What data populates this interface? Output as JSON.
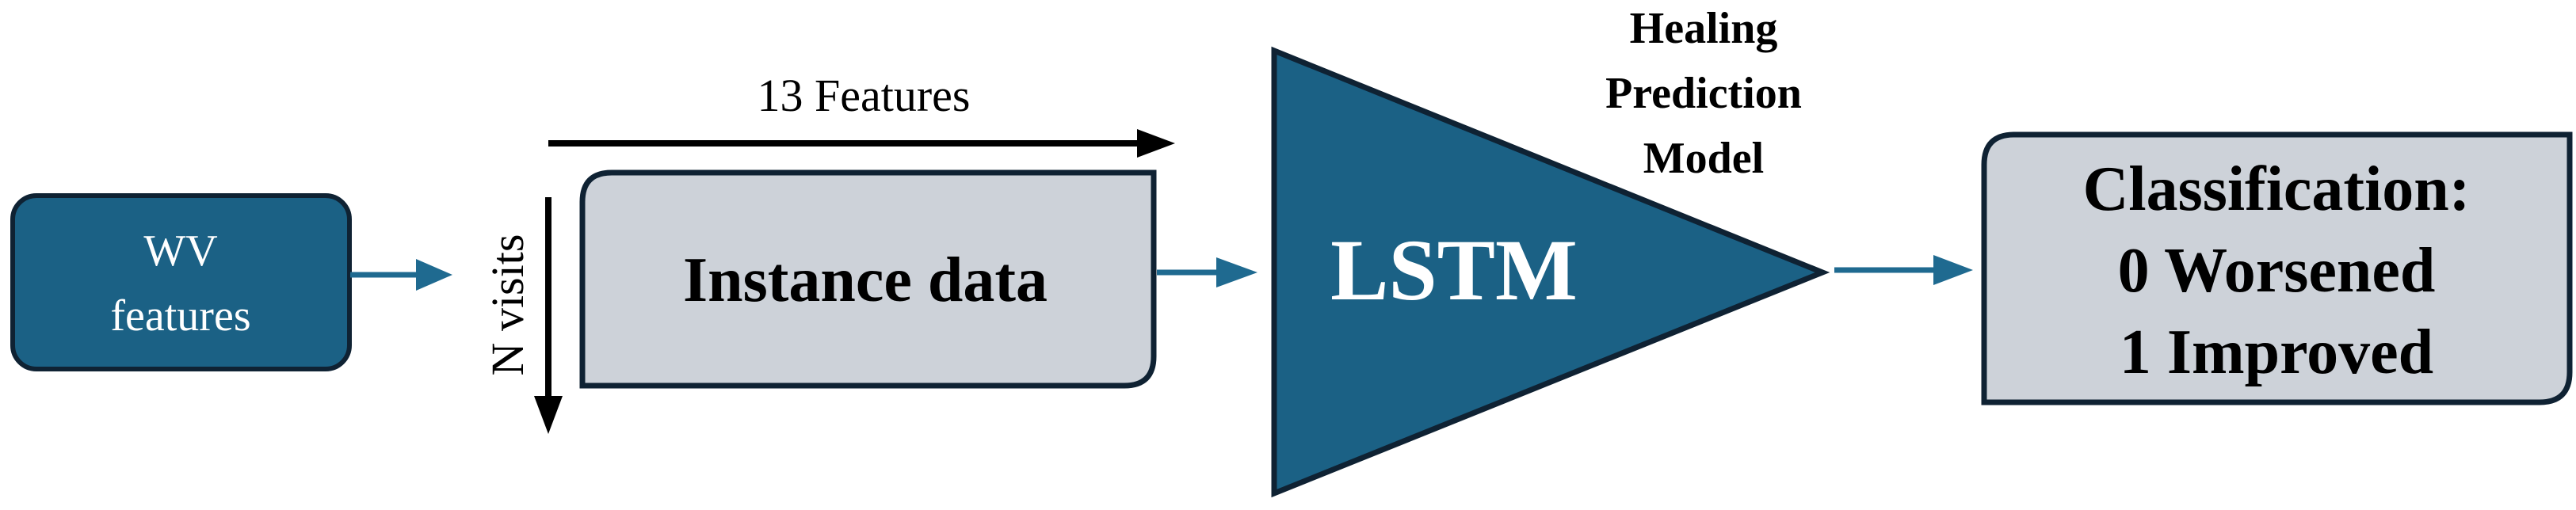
{
  "wv_box": {
    "line1": "WV",
    "line2": "features"
  },
  "features_axis": {
    "label": "13 Features"
  },
  "visits_axis": {
    "label": "N visits"
  },
  "instance_box": {
    "label": "Instance data"
  },
  "lstm": {
    "label": "LSTM"
  },
  "model_title": {
    "line1": "Healing",
    "line2": "Prediction",
    "line3": "Model"
  },
  "classification_box": {
    "line1": "Classification:",
    "line2": "0 Worsened",
    "line3": "1 Improved"
  },
  "colors": {
    "teal_fill": "#1b6185",
    "dark_outline": "#0f2233",
    "gray_fill": "#cdd2d9",
    "arrow_teal": "#1f6a90",
    "black": "#000000"
  }
}
